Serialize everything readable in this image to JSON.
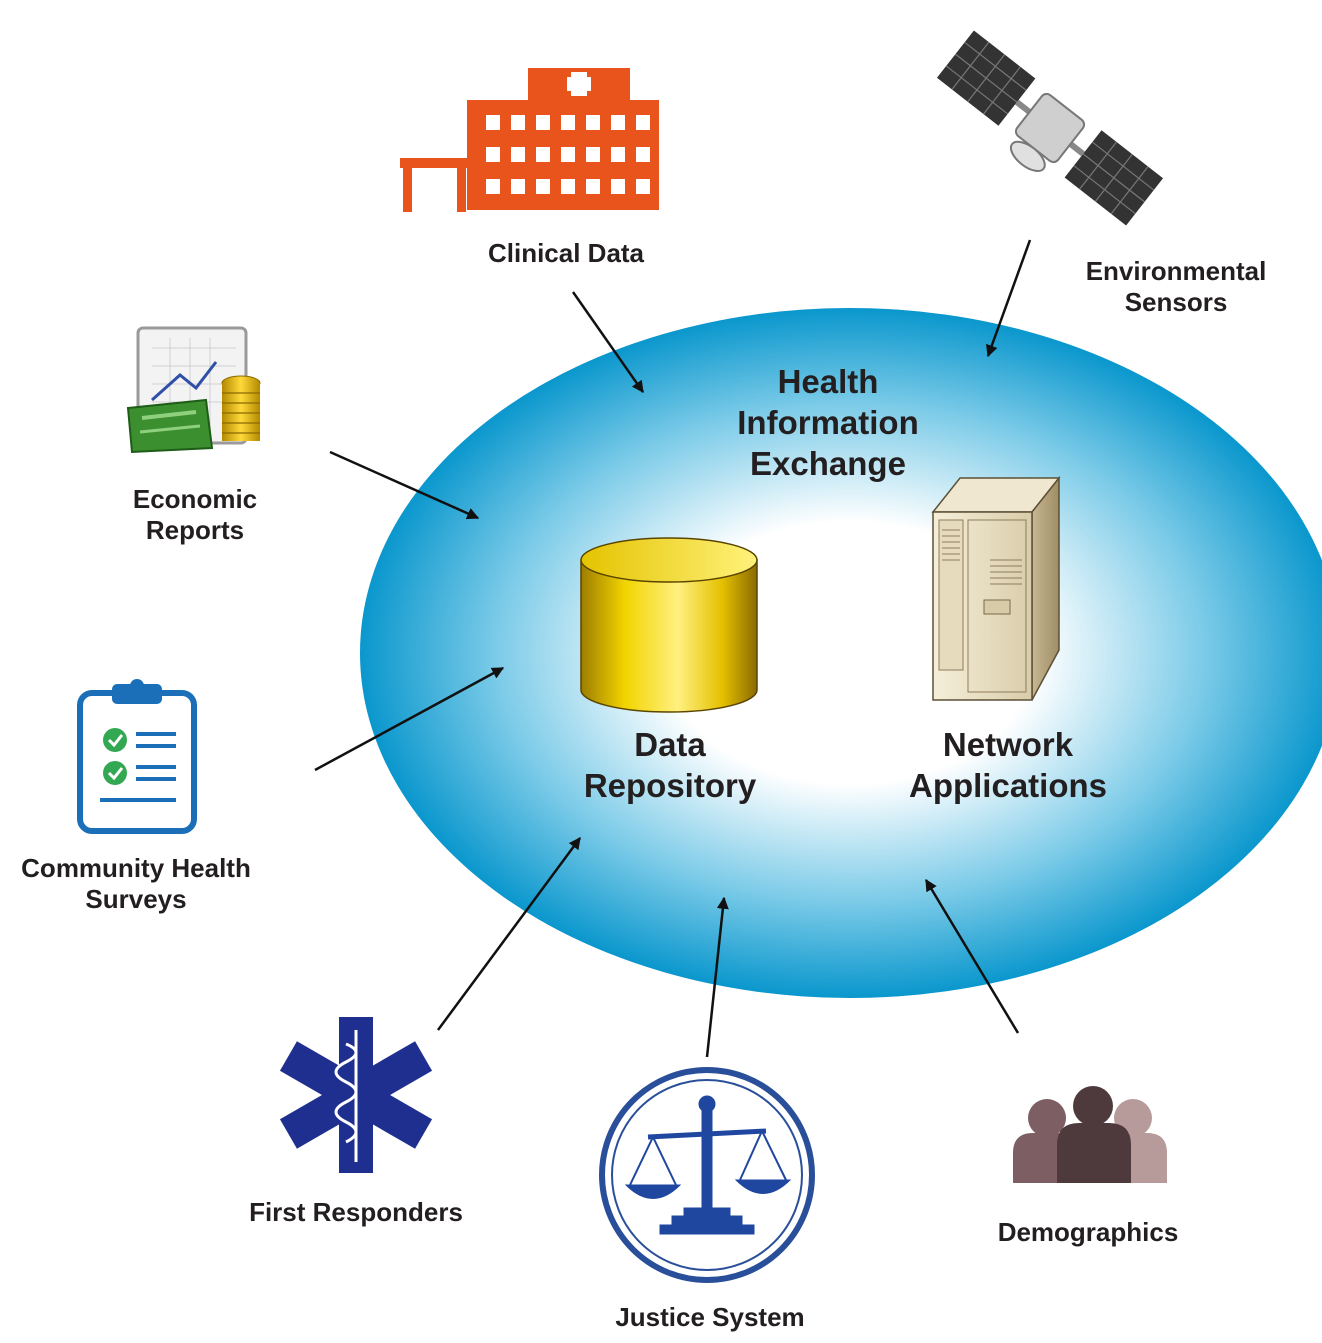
{
  "exchange": {
    "title_lines": [
      "Health",
      "Information",
      "Exchange"
    ]
  },
  "repository": {
    "label_lines": [
      "Data",
      "Repository"
    ]
  },
  "applications": {
    "label_lines": [
      "Network",
      "Applications"
    ]
  },
  "sources": {
    "clinical": {
      "label_lines": [
        "Clinical Data"
      ],
      "icon": "hospital-icon"
    },
    "environmental": {
      "label_lines": [
        "Environmental",
        "Sensors"
      ],
      "icon": "satellite-icon"
    },
    "economic": {
      "label_lines": [
        "Economic",
        "Reports"
      ],
      "icon": "economic-chart-icon"
    },
    "surveys": {
      "label_lines": [
        "Community Health",
        "Surveys"
      ],
      "icon": "clipboard-icon"
    },
    "first_responders": {
      "label_lines": [
        "First Responders"
      ],
      "icon": "star-of-life-icon"
    },
    "justice": {
      "label_lines": [
        "Justice System"
      ],
      "icon": "scales-icon"
    },
    "demographics": {
      "label_lines": [
        "Demographics"
      ],
      "icon": "people-icon"
    }
  },
  "colors": {
    "ellipse_edge": "#0b9bd0",
    "ellipse_center": "#ffffff",
    "hospital": "#e8541c",
    "database": "#e8c200",
    "clipboard": "#1a6fb8",
    "check": "#33a852",
    "star": "#1f2f8f",
    "people": "#6e5658"
  }
}
